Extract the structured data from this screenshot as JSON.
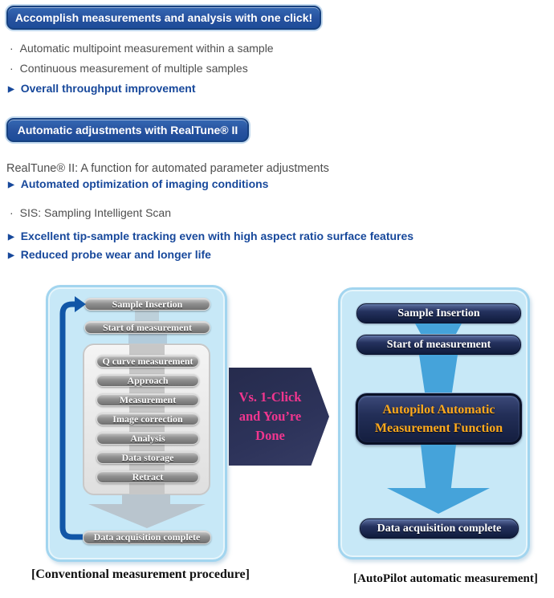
{
  "ui": {
    "bullet_char": "·",
    "arrow_char": "▶"
  },
  "sections": {
    "one_click": {
      "banner": "Accomplish measurements and analysis with one click!",
      "bullets": [
        "Automatic multipoint measurement within a sample",
        "Continuous measurement of multiple samples"
      ],
      "highlight": "Overall throughput improvement"
    },
    "realtune": {
      "banner": "Automatic adjustments with RealTune® II",
      "description": "RealTune® II: A function for automated parameter adjustments",
      "highlight": "Automated optimization of imaging conditions",
      "bullet": "SIS: Sampling Intelligent Scan",
      "highlights2": [
        "Excellent tip-sample tracking even with high aspect ratio surface features",
        "Reduced probe wear and longer life"
      ]
    }
  },
  "diagram": {
    "conventional": {
      "caption": "[Conventional measurement procedure]",
      "top_steps": [
        "Sample Insertion",
        "Start of measurement"
      ],
      "loop_steps": [
        "Q curve measurement",
        "Approach",
        "Measurement",
        "Image correction",
        "Analysis",
        "Data storage",
        "Retract"
      ],
      "final_step": "Data acquisition complete"
    },
    "vs_arrow": {
      "lines": [
        "Vs. 1-Click",
        "and You’re",
        "Done"
      ]
    },
    "autopilot": {
      "caption": "[AutoPilot automatic measurement]",
      "top_steps": [
        "Sample Insertion",
        "Start of measurement"
      ],
      "function_box_lines": [
        "Autopilot Automatic",
        "Measurement Function"
      ],
      "final_step": "Data acquisition complete"
    }
  },
  "colors": {
    "banner_blue": "#27529f",
    "highlight_blue": "#17489b",
    "panel_blue": "#c7e8f7",
    "flow_blue": "#45a3da",
    "navy": "#141e3f",
    "loop_arrow_blue": "#1156a7",
    "vs_pink": "#f0368e",
    "function_orange": "#ffaa1e"
  }
}
